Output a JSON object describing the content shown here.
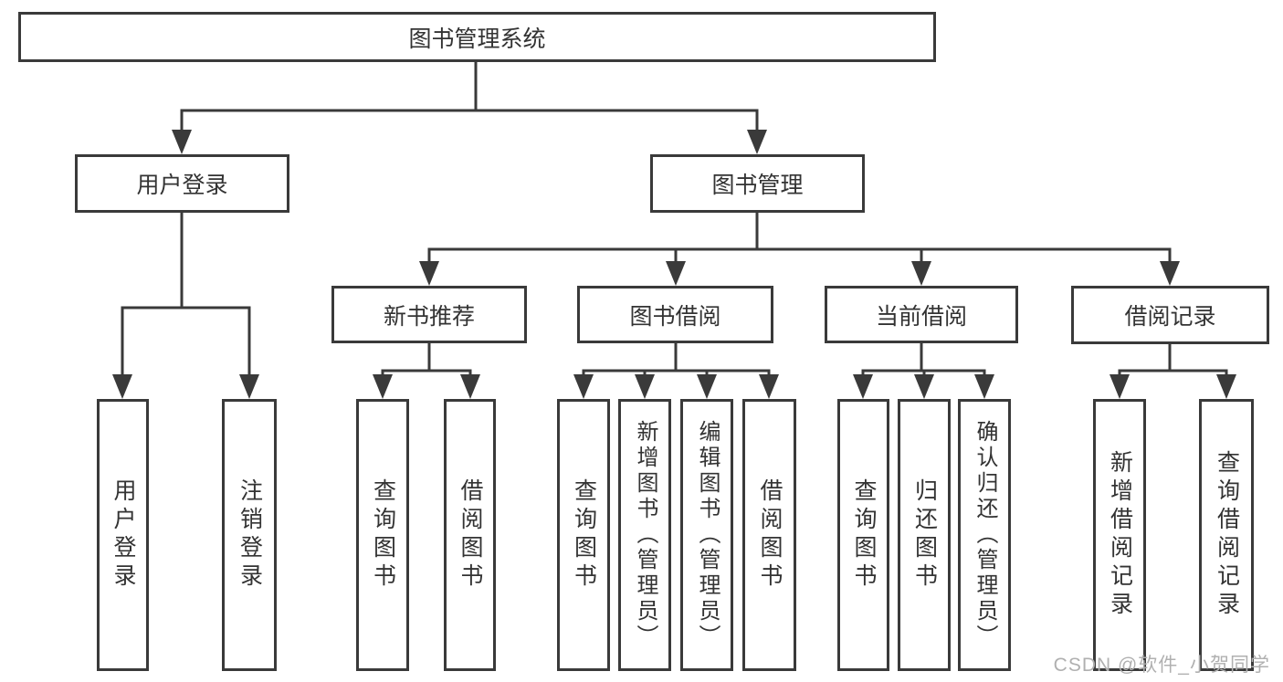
{
  "diagram": {
    "type": "tree-diagram",
    "root": {
      "label": "图书管理系统"
    },
    "level2": {
      "user_login": {
        "label": "用户登录"
      },
      "book_mgmt": {
        "label": "图书管理"
      }
    },
    "level3": {
      "new_book_rec": {
        "label": "新书推荐"
      },
      "book_borrow": {
        "label": "图书借阅"
      },
      "current_borrow": {
        "label": "当前借阅"
      },
      "borrow_records": {
        "label": "借阅记录"
      }
    },
    "leaves": {
      "user_login_login": {
        "label": "用户登录"
      },
      "user_login_logout": {
        "label": "注销登录"
      },
      "nbr_query_books": {
        "label": "查询图书"
      },
      "nbr_borrow_books": {
        "label": "借阅图书"
      },
      "bb_query_books": {
        "label": "查询图书"
      },
      "bb_add_books": {
        "label": "新增图书（管理员）"
      },
      "bb_edit_books": {
        "label": "编辑图书（管理员）"
      },
      "bb_borrow_books": {
        "label": "借阅图书"
      },
      "cb_query_books": {
        "label": "查询图书"
      },
      "cb_return_books": {
        "label": "归还图书"
      },
      "cb_confirm_return": {
        "label": "确认归还（管理员）"
      },
      "br_add_record": {
        "label": "新增借阅记录"
      },
      "br_query_record": {
        "label": "查询借阅记录"
      }
    },
    "hierarchy": {
      "图书管理系统": {
        "用户登录": [
          "用户登录",
          "注销登录"
        ],
        "图书管理": {
          "新书推荐": [
            "查询图书",
            "借阅图书"
          ],
          "图书借阅": [
            "查询图书",
            "新增图书（管理员）",
            "编辑图书（管理员）",
            "借阅图书"
          ],
          "当前借阅": [
            "查询图书",
            "归还图书",
            "确认归还（管理员）"
          ],
          "借阅记录": [
            "新增借阅记录",
            "查询借阅记录"
          ]
        }
      }
    }
  },
  "watermark": {
    "text": "CSDN @软件_小贺同学"
  },
  "colors": {
    "line": "#3a3a3a",
    "text": "#333333",
    "watermark": "#b0b0b0",
    "background": "#ffffff"
  }
}
